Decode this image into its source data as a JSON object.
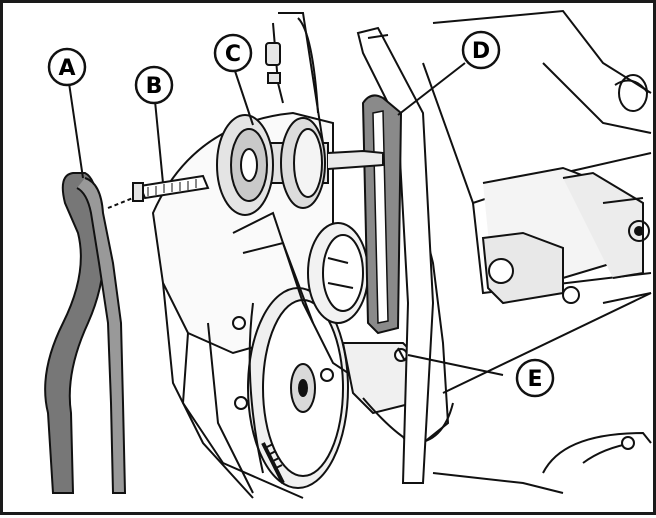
{
  "callouts": [
    {
      "id": "A",
      "label": "A"
    },
    {
      "id": "B",
      "label": "B"
    },
    {
      "id": "C",
      "label": "C"
    },
    {
      "id": "D",
      "label": "D"
    },
    {
      "id": "E",
      "label": "E"
    }
  ],
  "colors": {
    "line": "#111111",
    "belt_fill": "#9a9a9a",
    "belt_dark": "#555555",
    "metal": "#d9d9d9",
    "background": "#ffffff"
  }
}
